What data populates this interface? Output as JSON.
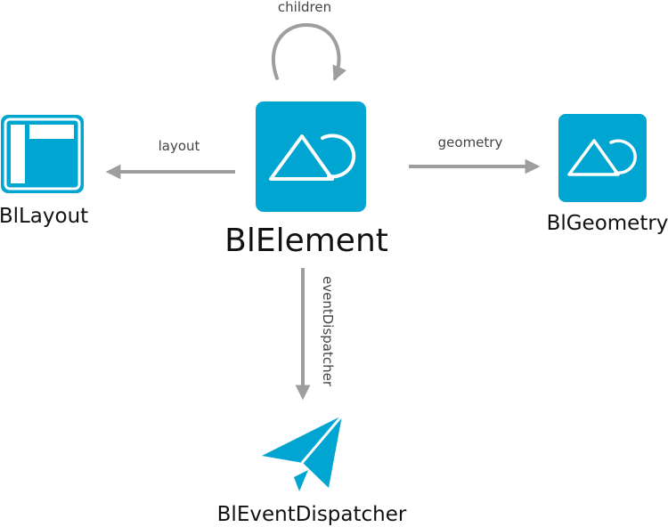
{
  "nodes": {
    "element": {
      "label": "BlElement"
    },
    "layout": {
      "label": "BlLayout"
    },
    "geometry": {
      "label": "BlGeometry"
    },
    "event_dispatcher": {
      "label": "BlEventDispatcher"
    }
  },
  "edges": {
    "children": {
      "label": "children"
    },
    "layout": {
      "label": "layout"
    },
    "geometry": {
      "label": "geometry"
    },
    "event_dispatcher": {
      "label": "eventDispatcher"
    }
  },
  "colors": {
    "icon_fill": "#00A5D1",
    "arrow": "#9E9E9E",
    "text": "#111111",
    "edge_text": "#444444"
  }
}
